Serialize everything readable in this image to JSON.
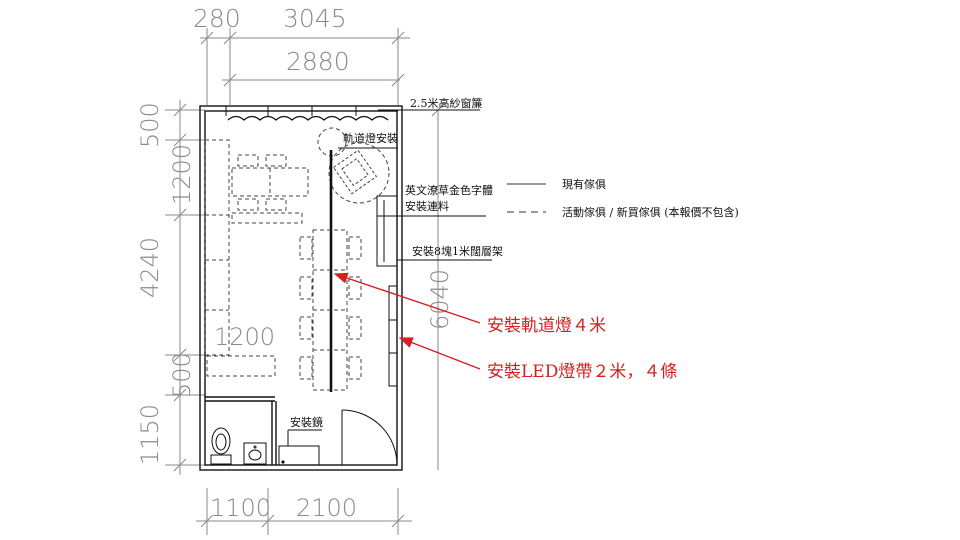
{
  "dimensions": {
    "top_a": "280",
    "top_b": "3045",
    "top_c": "2880",
    "left_a": "500",
    "left_b": "1200",
    "left_c": "4240",
    "left_d": "500",
    "left_e": "1150",
    "right": "6040",
    "bottom_a": "1100",
    "bottom_b": "2100",
    "inner": "1200"
  },
  "labels": {
    "curtain": "2.5米高紗窗簾",
    "track_install": "軌道燈安裝",
    "gold_lettering": "英文潦草金色字體",
    "gold_lettering_2": "安裝連料",
    "shelves": "安裝8塊1米闊層架",
    "mirror": "安裝鏡"
  },
  "legend": {
    "existing": "現有傢俱",
    "movable": "活動傢俱 /  新買傢俱 (本報價不包含)"
  },
  "callouts": {
    "track_light": "安裝軌道燈４米",
    "led_strip": "安裝LED燈帶２米，４條"
  },
  "colors": {
    "line": "#111111",
    "dim": "#8a8a8a",
    "accent": "#d42020"
  }
}
